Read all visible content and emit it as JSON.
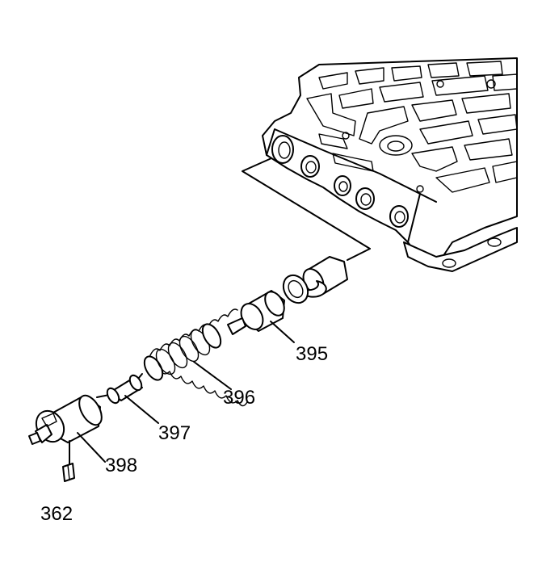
{
  "callouts": {
    "c395": "395",
    "c396": "396",
    "c397": "397",
    "c398": "398",
    "c362": "362"
  },
  "colors": {
    "line": "#000000",
    "background": "#ffffff"
  }
}
